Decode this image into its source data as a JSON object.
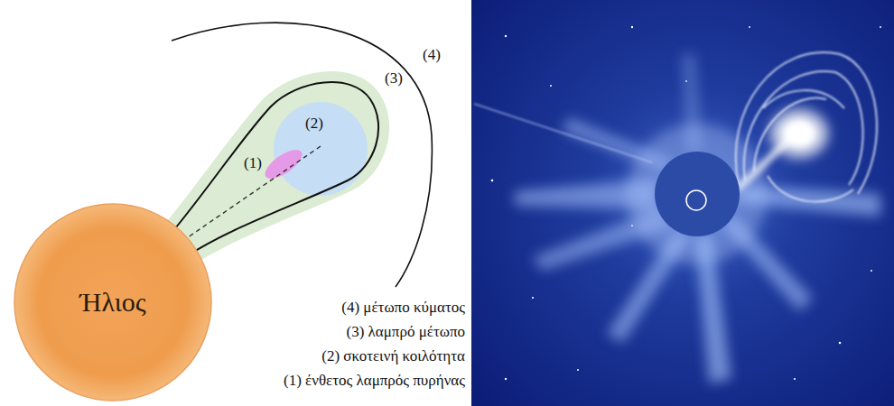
{
  "diagram": {
    "nodes": [
      {
        "text": [
          "Ήλιος"
        ]
      }
    ],
    "labels": [
      "(4)",
      "(3)",
      "(2)",
      "(1)",
      "(4) μέτωπο κύματος",
      "(3) λαμπρό μέτωπο",
      "(2) σκοτεινή κοιλότητα",
      "(1) ένθετος λαμπρός πυρήνας"
    ]
  }
}
